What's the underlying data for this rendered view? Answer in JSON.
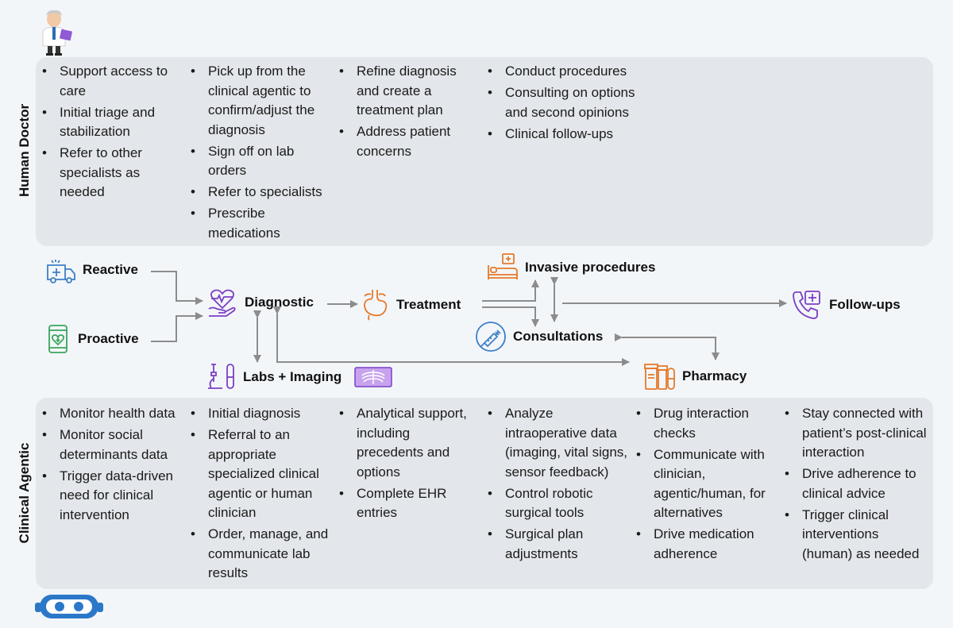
{
  "rows": {
    "doctor_label": "Human Doctor",
    "agentic_label": "Clinical Agentic"
  },
  "doctor_columns": [
    [
      "Support access to care",
      "Initial triage and stabilization",
      "Refer to other specialists as needed"
    ],
    [
      "Pick up from the clinical agentic to confirm/adjust the diagnosis",
      "Sign off on lab orders",
      "Refer to specialists",
      "Prescribe medications"
    ],
    [
      "Refine diagnosis and create a treatment plan",
      "Address patient concerns"
    ],
    [
      "Conduct procedures",
      "Consulting on options and second opinions",
      "Clinical follow-ups"
    ]
  ],
  "agentic_columns": [
    [
      "Monitor health data",
      "Monitor social determinants data",
      "Trigger data-driven need for clinical intervention"
    ],
    [
      "Initial diagnosis",
      "Referral to an appropriate specialized clinical agentic or human clinician",
      "Order, manage, and communicate lab results"
    ],
    [
      "Analytical support, including precedents and options",
      "Complete EHR entries"
    ],
    [
      "Analyze intraoperative data (imaging, vital signs, sensor feedback)",
      "Control robotic surgical tools",
      "Surgical plan adjustments"
    ],
    [
      "Drug interaction checks",
      "Communicate with clinician, agentic/human, for alternatives",
      "Drive medication adherence"
    ],
    [
      "Stay connected with patient’s post-clinical interaction",
      "Drive adherence to clinical advice",
      "Trigger clinical interventions (human) as needed"
    ]
  ],
  "flow": {
    "reactive": "Reactive",
    "proactive": "Proactive",
    "diagnostic": "Diagnostic",
    "labs": "Labs + Imaging",
    "treatment": "Treatment",
    "invasive": "Invasive procedures",
    "consultations": "Consultations",
    "pharmacy": "Pharmacy",
    "followups": "Follow-ups"
  },
  "icons": {
    "doctor": "doctor-avatar-icon",
    "robot": "robot-icon",
    "reactive": "ambulance-icon",
    "proactive": "phone-health-icon",
    "diagnostic": "heart-hand-icon",
    "labs": "microscope-icon",
    "xray": "xray-icon",
    "treatment": "stomach-icon",
    "invasive": "hospital-bed-icon",
    "consultations": "syringe-icon",
    "pharmacy": "pill-bottles-icon",
    "followups": "phone-call-icon"
  },
  "colors": {
    "panel": "#e3e6ea",
    "background": "#f3f6f9",
    "arrow": "#8c8c8c",
    "blue": "#3d7fc7",
    "green": "#3aa55d",
    "purple": "#7b3fc4",
    "orange": "#e57a2c"
  }
}
